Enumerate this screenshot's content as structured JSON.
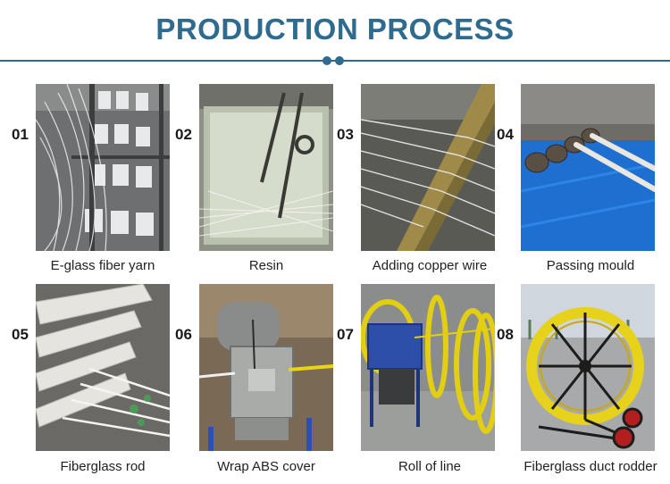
{
  "header": {
    "title": "PRODUCTION PROCESS"
  },
  "steps": [
    {
      "number": "01",
      "caption": "E-glass fiber yarn"
    },
    {
      "number": "02",
      "caption": "Resin"
    },
    {
      "number": "03",
      "caption": "Adding copper wire"
    },
    {
      "number": "04",
      "caption": "Passing mould"
    },
    {
      "number": "05",
      "caption": "Fiberglass rod"
    },
    {
      "number": "06",
      "caption": "Wrap ABS cover"
    },
    {
      "number": "07",
      "caption": "Roll of line"
    },
    {
      "number": "08",
      "caption": "Fiberglass duct rodder"
    }
  ],
  "colors": {
    "accent": "#2e6b8e",
    "rodder_yellow": "#e6d21a",
    "mould_blue": "#1f6fd0"
  }
}
